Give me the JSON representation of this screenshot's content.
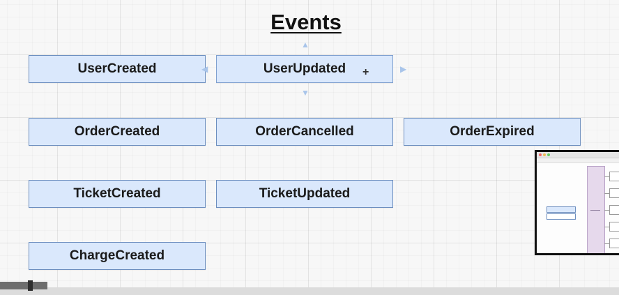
{
  "diagram": {
    "title": "Events",
    "events": [
      "UserCreated",
      "UserUpdated",
      "OrderCreated",
      "OrderCancelled",
      "OrderExpired",
      "TicketCreated",
      "TicketUpdated",
      "ChargeCreated"
    ],
    "selected_event": "UserUpdated",
    "colors": {
      "box_fill": "#dae8fc",
      "box_border": "#6c8ebf",
      "selection_handles": "#a9c5ea"
    }
  },
  "icons": {
    "cursor": "crosshair-cursor-icon",
    "arrow_up": "arrow-up-icon",
    "arrow_down": "arrow-down-icon",
    "arrow_left": "arrow-left-icon",
    "arrow_right": "arrow-right-icon"
  },
  "video_overlay": {
    "thumbnail": "picture-in-picture-preview",
    "thumbnail_labels": [
      "",
      ""
    ],
    "progress_fraction": 0.05
  }
}
